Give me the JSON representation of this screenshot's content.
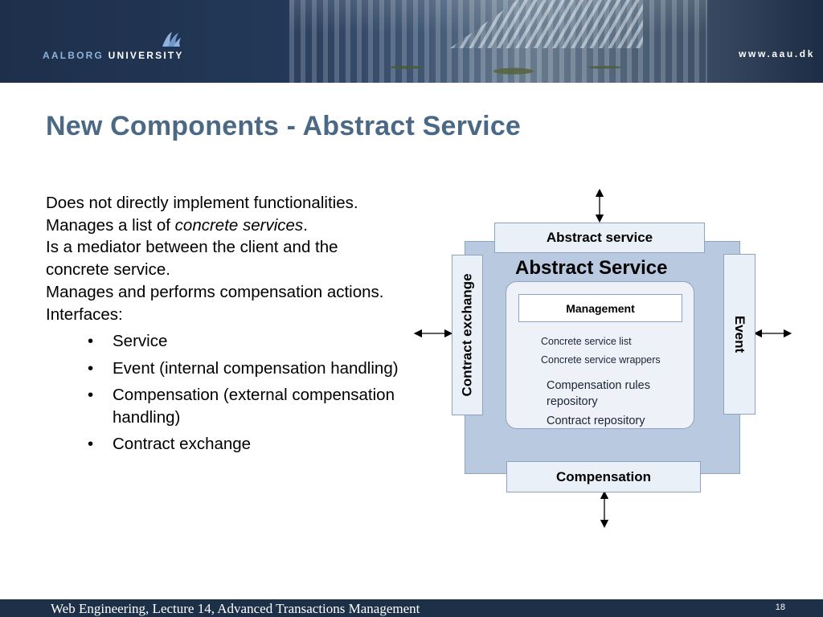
{
  "header": {
    "logo_word1": "AALBORG",
    "logo_word2": "UNIVERSITY",
    "url": "www.aau.dk",
    "logo_icon": "aau-logo-icon"
  },
  "slide": {
    "title": "New Components - Abstract Service",
    "paragraphs": [
      {
        "text": "Does not directly implement functionalities."
      },
      {
        "before": "Manages a list of ",
        "italic": "concrete services",
        "after": "."
      },
      {
        "text": "Is a mediator between the client and the concrete service."
      },
      {
        "text": "Manages and performs compensation actions."
      },
      {
        "text": "Interfaces:"
      }
    ],
    "bullet_glyph": "•",
    "bullets": [
      "Service",
      "Event (internal compensation handling)",
      "Compensation (external compensation handling)",
      "Contract exchange"
    ]
  },
  "diagram": {
    "top_box": "Abstract service",
    "heading": "Abstract Service",
    "left_box": "Contract exchange",
    "right_box": "Event",
    "bottom_box": "Compensation",
    "management": "Management",
    "items_small": [
      "Concrete service list",
      "Concrete service wrappers"
    ],
    "items_medium": [
      "Compensation rules repository",
      "Contract repository"
    ],
    "colors": {
      "outer_fill": "#b8c9e0",
      "box_fill": "#eaf0f8",
      "border": "#8ea3bf"
    }
  },
  "footer": {
    "text": "Web Engineering, Lecture 14, Advanced Transactions Management",
    "page": "18"
  },
  "colors": {
    "title": "#4b6985",
    "banner": "#1d2f4a",
    "footer": "#1d3048"
  }
}
